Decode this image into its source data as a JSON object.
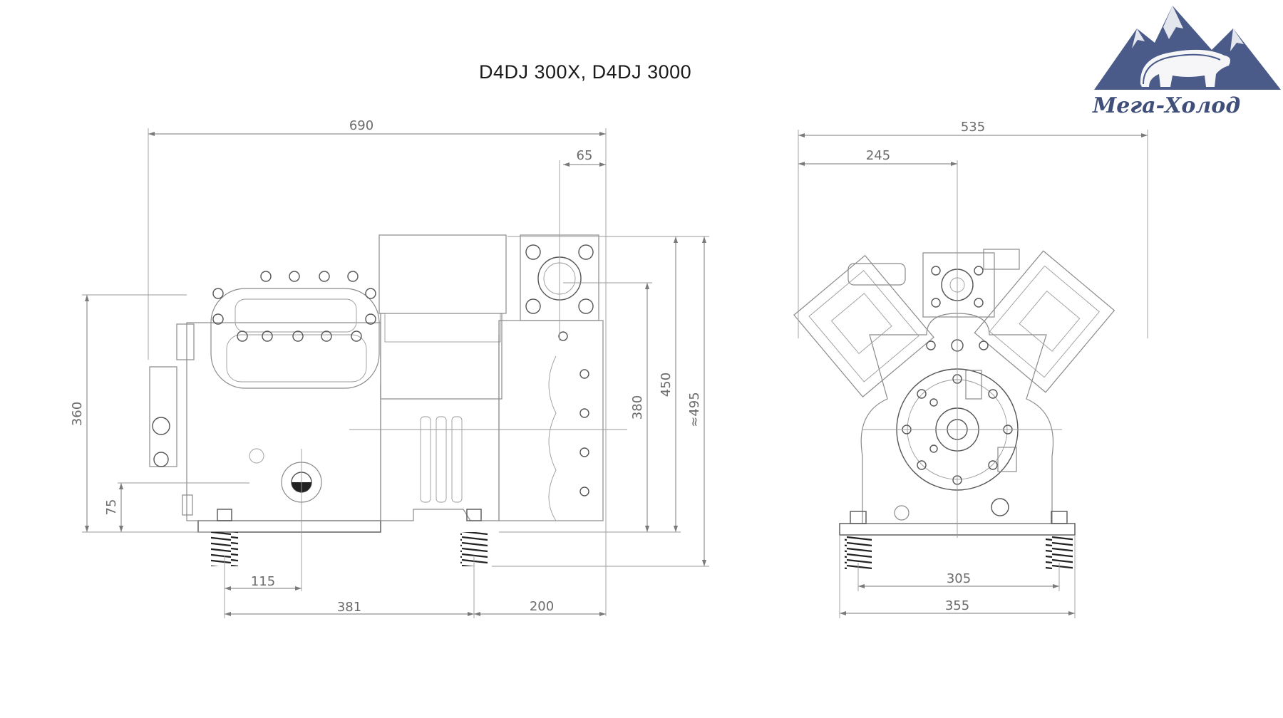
{
  "title": "D4DJ 300X, D4DJ 3000",
  "logo": {
    "text": "Мега-Холод",
    "color": "#3f4f7a"
  },
  "side_view": {
    "dims": {
      "overall_length": "690",
      "right_offset": "65",
      "height_360": "360",
      "height_75": "75",
      "height_380": "380",
      "height_450": "450",
      "height_495": "≈495",
      "foot_115": "115",
      "foot_381": "381",
      "foot_200": "200"
    }
  },
  "front_view": {
    "dims": {
      "overall_width": "535",
      "left_245": "245",
      "foot_305": "305",
      "foot_355": "355"
    }
  }
}
